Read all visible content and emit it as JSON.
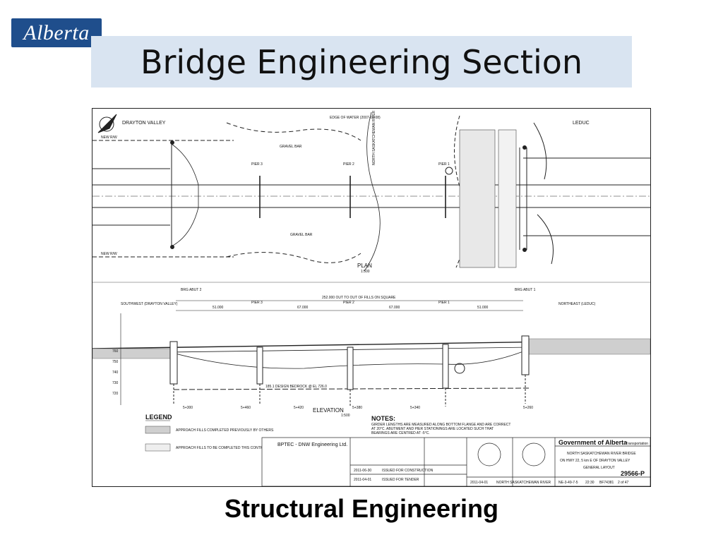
{
  "logo": {
    "text": "Alberta"
  },
  "slide": {
    "title": "Bridge Engineering Section",
    "caption": "Structural Engineering"
  },
  "drawing": {
    "plan_label": "PLAN",
    "plan_scale": "1:500",
    "elevation_label": "ELEVATION",
    "elevation_scale": "1:500",
    "left_dir": "DRAYTON VALLEY",
    "right_dir": "LEDUC",
    "river_label": "NORTH SASKATCHEWAN RIVER",
    "edge_of_water": "EDGE OF WATER (2007-09-08)",
    "gravel_bar": "GRAVEL BAR",
    "new_rw": "NEW R/W",
    "pier3": "PIER 3",
    "pier2": "PIER 2",
    "pier1": "PIER 1",
    "abut2": "BRG ABUT 2",
    "abut1": "BRG ABUT 1",
    "span_total": "252.000 OUT TO OUT OF FILLS ON SQUARE",
    "span_outer": "51.000",
    "span_inner": "67.000",
    "design_bedrock": "185.1 DESIGN BEDROCK @ EL 726.0",
    "southwest": "SOUTHWEST (DRAYTON VALLEY)",
    "northeast": "NORTHEAST (LEDUC)",
    "elev_ticks": [
      "760",
      "750",
      "740",
      "730",
      "720"
    ],
    "stations": [
      "5+300",
      "5+460",
      "5+420",
      "5+380",
      "5+340",
      "5+260"
    ],
    "legend_title": "LEGEND",
    "legend_1": "APPROACH FILLS COMPLETED PREVIOUSLY BY OTHERS",
    "legend_2": "APPROACH FILLS TO BE COMPLETED THIS CONTRACT",
    "notes_title": "NOTES:",
    "notes_text": "GIRDER LENGTHS ARE MEASURED ALONG BOTTOM FLANGE AND ARE CORRECT AT 20°C. ABUTMENT AND PIER STATIONINGS ARE LOCATED SUCH THAT BEARINGS ARE CENTRED AT -5°C.",
    "firm": "BPTEC - DNW Engineering Ltd.",
    "rev_1": "ISSUED FOR CONSTRUCTION",
    "rev_2": "ISSUED FOR TENDER",
    "rev_1_date": "2011-06-30",
    "rev_2_date": "2011-04-01",
    "gov": "Government of Alberta",
    "gov_dept": "Transportation",
    "project_1": "NORTH SASKATCHEWAN RIVER BRIDGE",
    "project_2": "ON HWY 22, 5 km E OF DRAYTON VALLEY",
    "project_3": "GENERAL LAYOUT",
    "date": "2011-04-01",
    "location": "NORTH SASKATCHEWAN RIVER",
    "legal": "NE-3-49-7-5",
    "hwy": "22:30",
    "file": "BF74381",
    "sheet": "2 of 47",
    "dwg_no": "29566-P"
  }
}
